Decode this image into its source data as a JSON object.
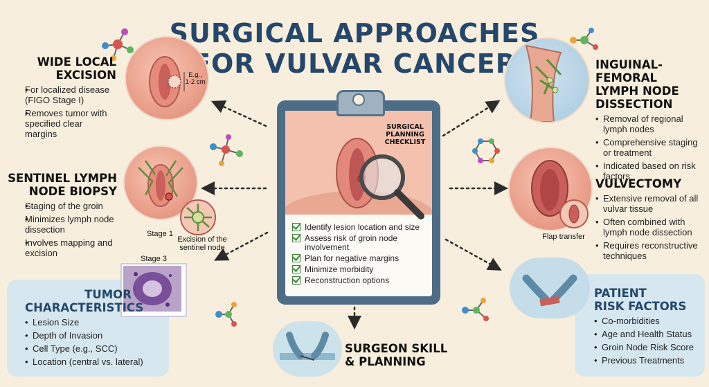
{
  "title_line1": "SURGICAL APPROACHES",
  "title_line2": "FOR VULVAR CANCER",
  "wle": {
    "heading_line1": "WIDE LOCAL",
    "heading_line2": "EXCISION",
    "bullets": [
      "For localized disease (FIGO Stage I)",
      "Removes tumor with specified clear margins"
    ],
    "annotation_line1": "E.g.,",
    "annotation_line2": "1-2 cm"
  },
  "slnb": {
    "heading_line1": "SENTINEL LYMPH",
    "heading_line2": "NODE BIOPSY",
    "bullets": [
      "Staging of the groin",
      "Minimizes lymph node dissection",
      "Involves mapping and excision"
    ],
    "stage1_label": "Stage 1",
    "excision_label": "Excision of the sentinel node"
  },
  "tumor": {
    "heading_line1": "TUMOR",
    "heading_line2": "CHARACTERISTICS",
    "bullets": [
      "Lesion Size",
      "Depth of Invasion",
      "Cell Type (e.g., SCC)",
      "Location (central vs. lateral)"
    ],
    "stage3_label": "Stage 3"
  },
  "checklist": {
    "title": "SURGICAL PLANNING CHECKLIST",
    "items": [
      "Identify lesion location and size",
      "Assess risk of groin node involvement",
      "Plan for negative margins",
      "Minimize morbidity",
      "Reconstruction options"
    ]
  },
  "surgeon": {
    "heading_line1": "SURGEON SKILL",
    "heading_line2": "& PLANNING"
  },
  "ifld": {
    "heading_line1": "INGUINAL-FEMORAL",
    "heading_line2": "LYMPH NODE",
    "heading_line3": "DISSECTION",
    "bullets": [
      "Removal of regional lymph nodes",
      "Comprehensive staging or treatment",
      "Indicated based on risk factors"
    ]
  },
  "vulvectomy": {
    "heading": "VULVECTOMY",
    "bullets": [
      "Extensive removal of all vulvar tissue",
      "Often combined with lymph node dissection",
      "Requires reconstructive techniques"
    ],
    "flap_label": "Flap transfer"
  },
  "patient": {
    "heading_line1": "PATIENT",
    "heading_line2": "RISK FACTORS",
    "bullets": [
      "Co-morbidities",
      "Age and Health Status",
      "Groin Node Risk Score",
      "Previous Treatments"
    ]
  },
  "colors": {
    "navy": "#24476b",
    "background": "#f7eedd",
    "panel": "#d6e7ef",
    "skin": "#eaa08b",
    "check_green": "#2f8a2a"
  },
  "icons": [
    "molecule-icon",
    "magnifier-icon",
    "checkbox-icon",
    "surgical-hands-icon"
  ]
}
